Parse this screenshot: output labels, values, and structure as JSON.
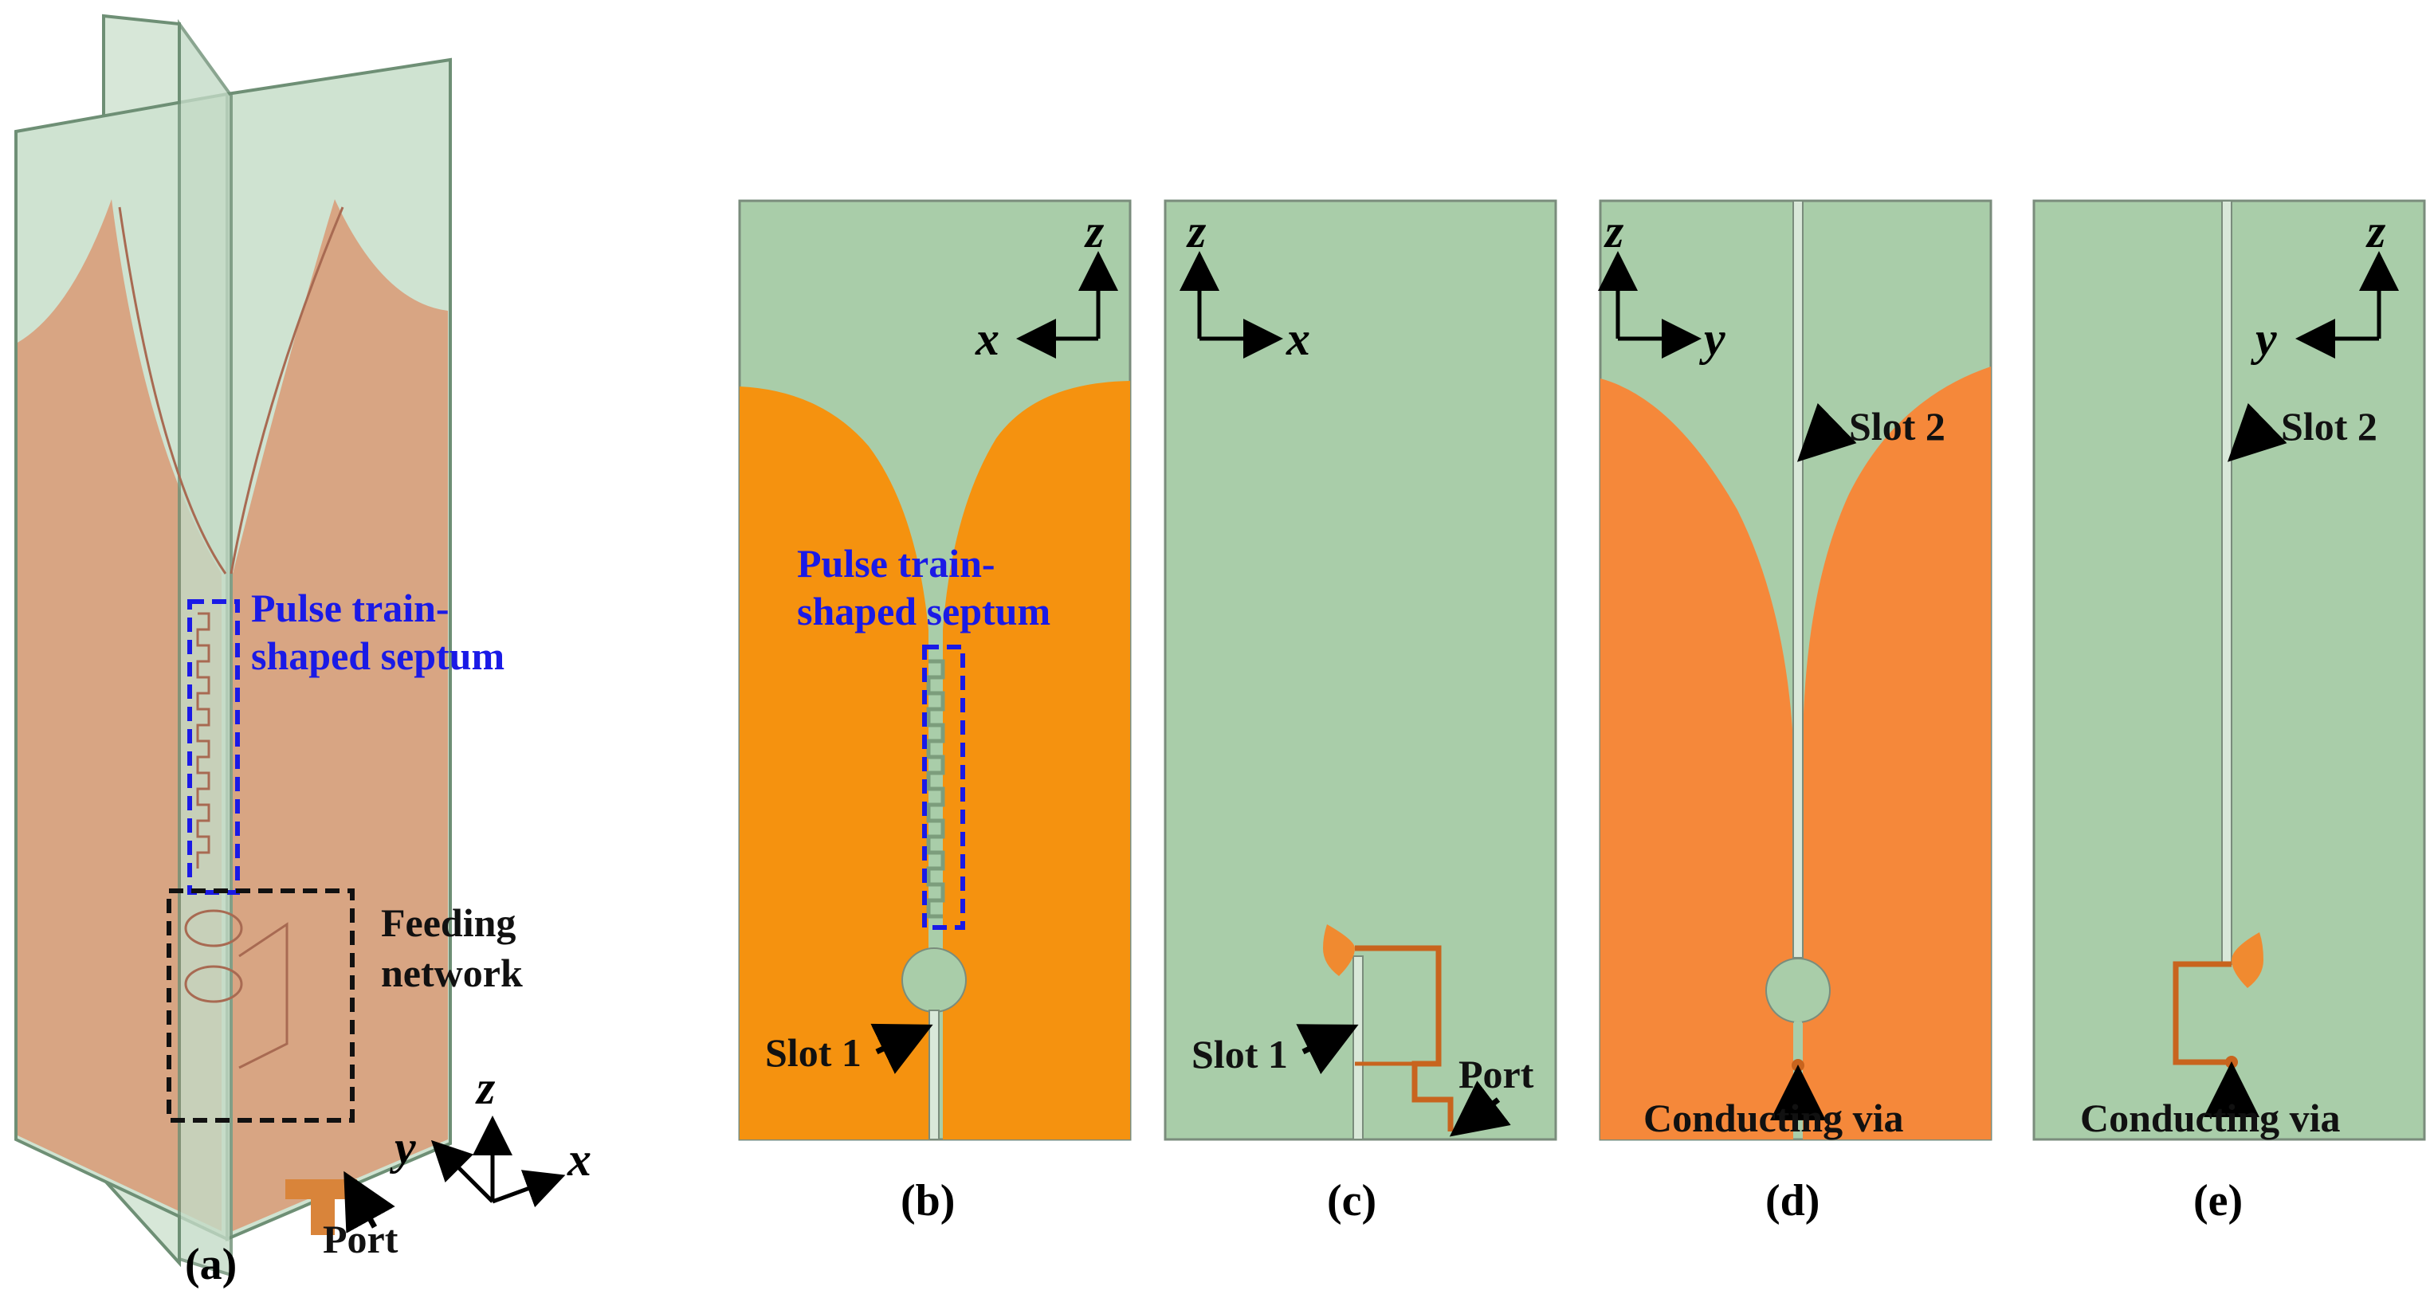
{
  "figure": {
    "panels": [
      {
        "id": "a",
        "caption": "(a)",
        "labels": {
          "septum": [
            "Pulse train-",
            "shaped septum"
          ],
          "feeding": [
            "Feeding",
            "network"
          ],
          "port": "Port"
        },
        "axes": {
          "z": "z",
          "y": "y",
          "x": "x"
        }
      },
      {
        "id": "b",
        "caption": "(b)",
        "labels": {
          "septum": [
            "Pulse train-",
            "shaped septum"
          ],
          "slot": "Slot 1"
        },
        "axes": {
          "z": "z",
          "h": "x"
        }
      },
      {
        "id": "c",
        "caption": "(c)",
        "labels": {
          "slot": "Slot 1",
          "port": "Port"
        },
        "axes": {
          "z": "z",
          "h": "x"
        }
      },
      {
        "id": "d",
        "caption": "(d)",
        "labels": {
          "slot": "Slot 2",
          "via": "Conducting via"
        },
        "axes": {
          "z": "z",
          "h": "y"
        }
      },
      {
        "id": "e",
        "caption": "(e)",
        "labels": {
          "slot": "Slot 2",
          "via": "Conducting via"
        },
        "axes": {
          "z": "z",
          "h": "y"
        }
      }
    ]
  },
  "colors": {
    "substrate": "#a9cda9",
    "copper_orange": "#f5920f",
    "copper_orange_d": "#f5883a",
    "copper_3d": "#d99a75",
    "highlight_blue": "#1a1ae6"
  }
}
